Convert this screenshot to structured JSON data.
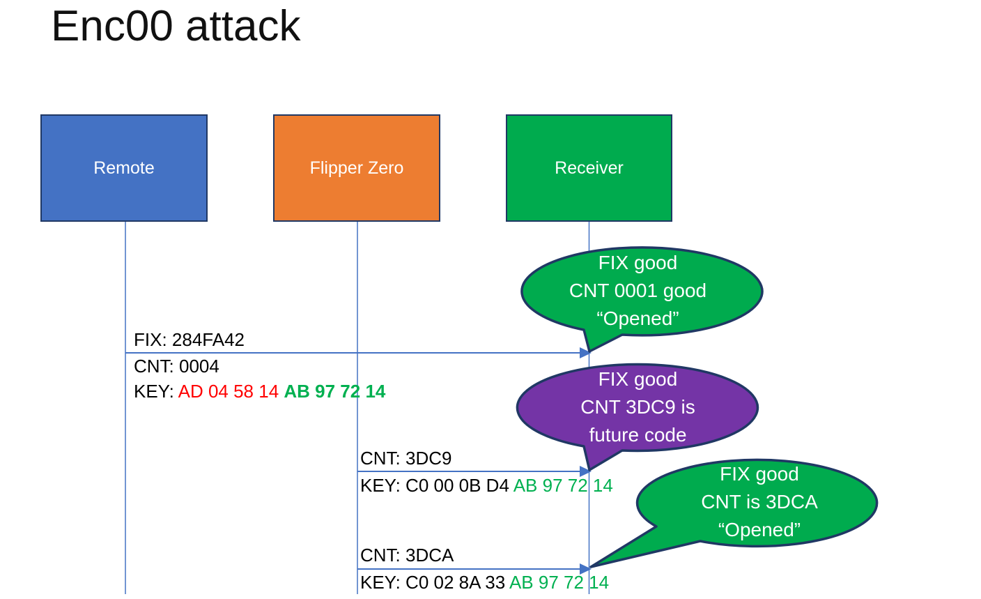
{
  "title": "Enc00 attack",
  "colors": {
    "actor_blue": "#4472C4",
    "actor_orange": "#ED7D31",
    "green": "#00AB4E",
    "purple": "#7434A6",
    "outline_navy": "#203864",
    "connector_blue": "#4472C4",
    "key_red": "#FF0000",
    "key_green": "#00B050",
    "text_black": "#000000",
    "text_white": "#FFFFFF"
  },
  "actors": [
    {
      "label": "Remote"
    },
    {
      "label": "Flipper Zero"
    },
    {
      "label": "Receiver"
    }
  ],
  "messages": [
    {
      "fix_label": "FIX: 284FA42",
      "cnt_label": "CNT: 0004",
      "key_prefix": "KEY: ",
      "key_red_part": "AD 04 58 14 ",
      "key_green_part": "AB 97 72 14"
    },
    {
      "cnt_label": "CNT: 3DC9",
      "key_prefix": "KEY: C0 00 0B D4 ",
      "key_green_part": "AB 97 72 14"
    },
    {
      "cnt_label": "CNT: 3DCA",
      "key_prefix": "KEY: C0 02 8A 33 ",
      "key_green_part": "AB 97 72 14"
    }
  ],
  "bubbles": [
    {
      "lines": [
        "FIX good",
        "CNT 0001 good",
        "“Opened”"
      ]
    },
    {
      "lines": [
        "FIX good",
        "CNT 3DC9 is",
        "future code"
      ]
    },
    {
      "lines": [
        "FIX good",
        "CNT is 3DCA",
        "“Opened”"
      ]
    }
  ]
}
